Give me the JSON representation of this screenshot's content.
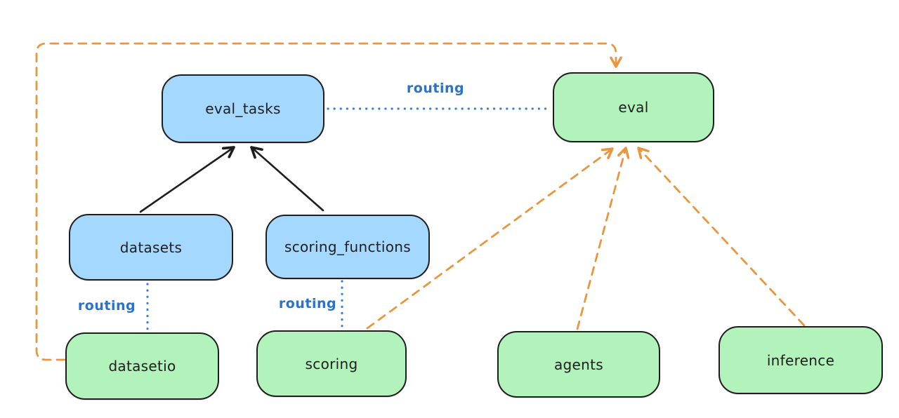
{
  "diagram": {
    "description": "Architecture diagram showing eval routing between registries and APIs",
    "colors": {
      "background": "#ffffff",
      "node_border": "#1e1e1e",
      "registry_fill_blue": "#a5d8ff",
      "api_fill_green": "#b2f2bb",
      "solid_arrow_black": "#1e1e1e",
      "routing_blue": "#2a73c9",
      "dashed_orange": "#e8973f"
    },
    "nodes": [
      {
        "id": "eval_tasks",
        "label": "eval_tasks",
        "fill": "blue"
      },
      {
        "id": "eval",
        "label": "eval",
        "fill": "green"
      },
      {
        "id": "datasets",
        "label": "datasets",
        "fill": "blue"
      },
      {
        "id": "scoring_functions",
        "label": "scoring_functions",
        "fill": "blue"
      },
      {
        "id": "datasetio",
        "label": "datasetio",
        "fill": "green"
      },
      {
        "id": "scoring",
        "label": "scoring",
        "fill": "green"
      },
      {
        "id": "agents",
        "label": "agents",
        "fill": "green"
      },
      {
        "id": "inference",
        "label": "inference",
        "fill": "green"
      }
    ],
    "edges": [
      {
        "from": "datasets",
        "to": "eval_tasks",
        "style": "solid-arrow",
        "color": "black",
        "label": ""
      },
      {
        "from": "scoring_functions",
        "to": "eval_tasks",
        "style": "solid-arrow",
        "color": "black",
        "label": ""
      },
      {
        "from": "eval_tasks",
        "to": "eval",
        "style": "dotted-line",
        "color": "blue",
        "label": "routing"
      },
      {
        "from": "datasets",
        "to": "datasetio",
        "style": "dotted-line",
        "color": "blue",
        "label": "routing"
      },
      {
        "from": "scoring_functions",
        "to": "scoring",
        "style": "dotted-line",
        "color": "blue",
        "label": "routing"
      },
      {
        "from": "datasetio",
        "to": "eval",
        "style": "dashed-arrow",
        "color": "orange",
        "label": ""
      },
      {
        "from": "scoring",
        "to": "eval",
        "style": "dashed-arrow",
        "color": "orange",
        "label": ""
      },
      {
        "from": "agents",
        "to": "eval",
        "style": "dashed-arrow",
        "color": "orange",
        "label": ""
      },
      {
        "from": "inference",
        "to": "eval",
        "style": "dashed-arrow",
        "color": "orange",
        "label": ""
      }
    ]
  }
}
